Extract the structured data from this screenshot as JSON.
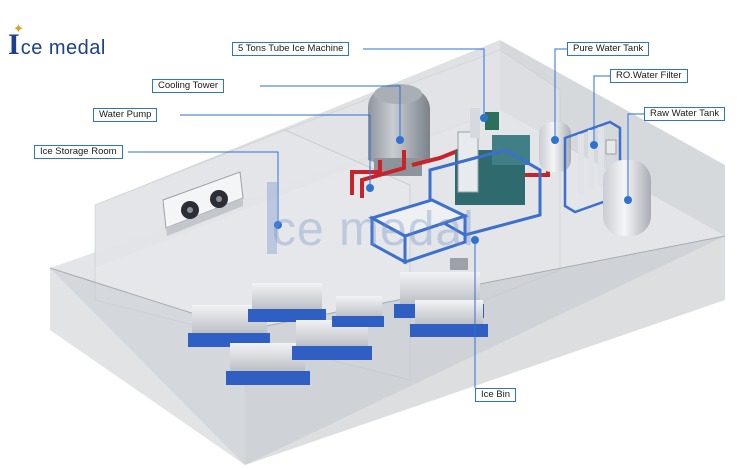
{
  "brand": {
    "logo_initial": "I",
    "logo_text": "ce medal",
    "watermark": "ce medal"
  },
  "labels": {
    "tube_ice_machine": "5 Tons Tube Ice Machine",
    "pure_water_tank": "Pure Water Tank",
    "cooling_tower": "Cooling Tower",
    "ro_filter": "RO.Water Filter",
    "water_pump": "Water Pump",
    "raw_water_tank": "Raw Water Tank",
    "ice_storage_room": "Ice Storage Room",
    "ice_bin": "Ice Bin"
  },
  "colors": {
    "callout": "#2e72d2",
    "pipe": "#c8232a",
    "frame": "#3d6fcc",
    "pallet": "#2f5fc2",
    "logo": "#1d3f8f",
    "star": "#d9a51f"
  }
}
